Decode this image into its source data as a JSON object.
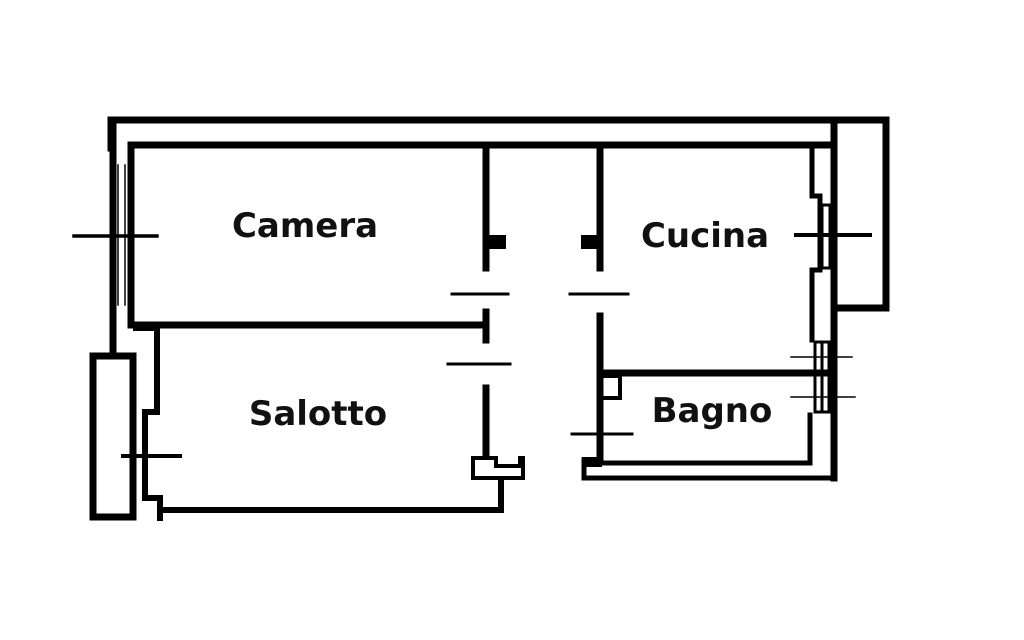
{
  "plan": {
    "title": "Floor plan",
    "wall_color": "#000000",
    "background": "#ffffff",
    "rooms": [
      {
        "id": "camera",
        "label": "Camera"
      },
      {
        "id": "cucina",
        "label": "Cucina"
      },
      {
        "id": "salotto",
        "label": "Salotto"
      },
      {
        "id": "bagno",
        "label": "Bagno"
      }
    ]
  }
}
